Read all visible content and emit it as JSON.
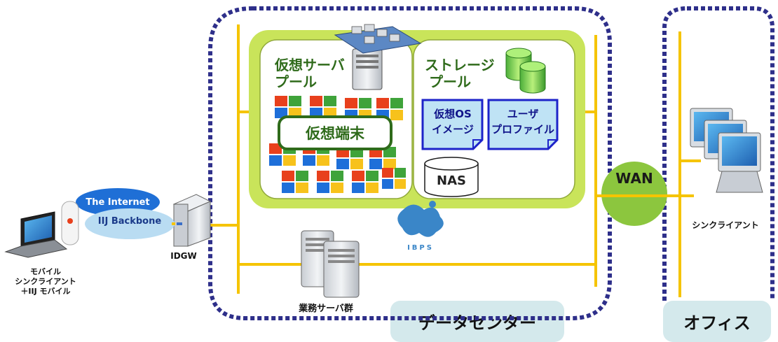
{
  "zones": {
    "datacenter_label": "データセンター",
    "office_label": "オフィス"
  },
  "pool": {
    "vserver_title_line1": "仮想サーバ",
    "vserver_title_line2": "プール",
    "storage_title_line1": "ストレージ",
    "storage_title_line2": "プール",
    "vterminal_label": "仮想端末",
    "os_image_line1": "仮想OS",
    "os_image_line2": "イメージ",
    "user_profile_line1": "ユーザ",
    "user_profile_line2": "プロファイル",
    "nas_label": "NAS"
  },
  "network": {
    "internet_label": "The Internet",
    "backbone_label": "IIJ Backbone",
    "wan_label": "WAN",
    "gateway_label": "IDGW"
  },
  "devices": {
    "mobile_line1": "モバイル",
    "mobile_line2": "シンクライアント",
    "mobile_line3": "＋IIJ モバイル",
    "business_servers_label": "業務サーバ群",
    "office_clients_label": "シンクライアント",
    "ibps_label": "IBPS"
  },
  "colors": {
    "dotted_border": "#2e2f8a",
    "line_yellow": "#f5c400",
    "pool_green": "#c9e45a",
    "pool_title_green": "#2f6b1b",
    "wan_green": "#8cc63e",
    "zone_label_bg": "#d4e9ec",
    "internet_blue": "#1f6fd6",
    "backbone_light": "#b9dcf2",
    "doc_blue": "#1d23c9",
    "doc_fill": "#bfe3f5",
    "ibps_blue": "#3a86c8"
  }
}
